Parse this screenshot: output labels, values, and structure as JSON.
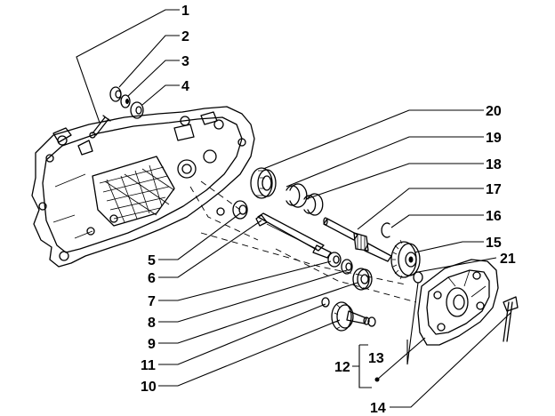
{
  "labels": [
    {
      "id": "1",
      "text": "1"
    },
    {
      "id": "2",
      "text": "2"
    },
    {
      "id": "3",
      "text": "3"
    },
    {
      "id": "4",
      "text": "4"
    },
    {
      "id": "5",
      "text": "5"
    },
    {
      "id": "6",
      "text": "6"
    },
    {
      "id": "7",
      "text": "7"
    },
    {
      "id": "8",
      "text": "8"
    },
    {
      "id": "9",
      "text": "9"
    },
    {
      "id": "10",
      "text": "10"
    },
    {
      "id": "11",
      "text": "11"
    },
    {
      "id": "12",
      "text": "12"
    },
    {
      "id": "13",
      "text": "13"
    },
    {
      "id": "14",
      "text": "14"
    },
    {
      "id": "15",
      "text": "15"
    },
    {
      "id": "16",
      "text": "16"
    },
    {
      "id": "17",
      "text": "17"
    },
    {
      "id": "18",
      "text": "18"
    },
    {
      "id": "19",
      "text": "19"
    },
    {
      "id": "20",
      "text": "20"
    },
    {
      "id": "21",
      "text": "21"
    }
  ]
}
